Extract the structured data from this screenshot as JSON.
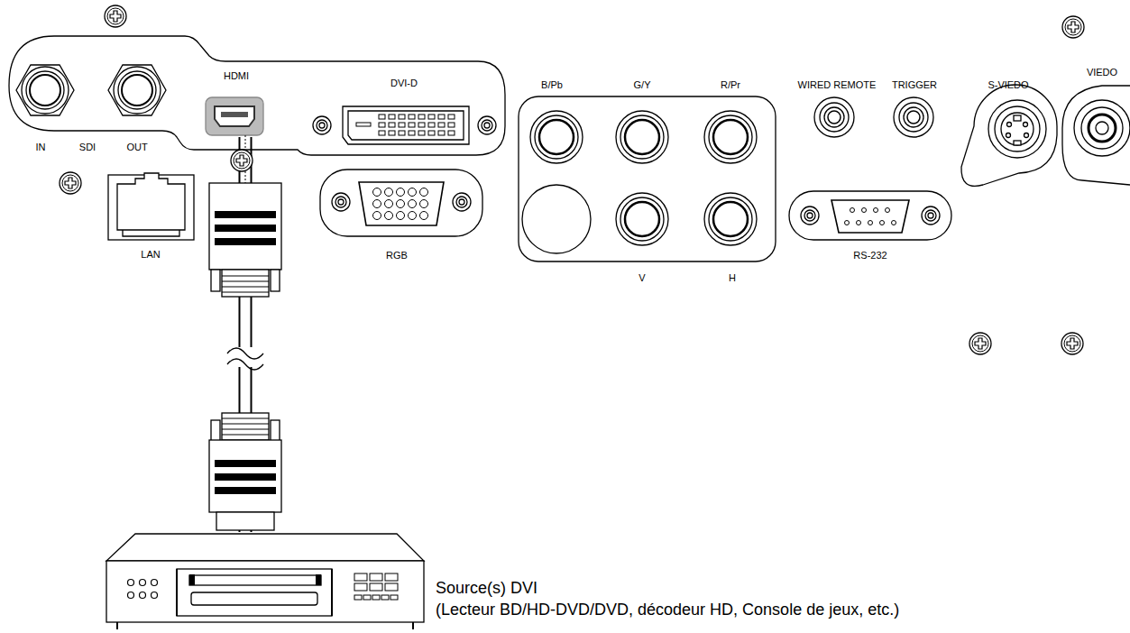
{
  "diagram": {
    "nodes": [
      {
        "text": [
          "HDMI"
        ]
      },
      {
        "text": [
          "Source(s) DVI",
          "(Lecteur BD/HD-DVD/DVD, décodeur HD, Console de jeux, etc.)"
        ]
      }
    ],
    "edges": [
      {
        "from": 1,
        "to": 0,
        "arrow": "none"
      }
    ],
    "labels": [
      "IN",
      "SDI",
      "OUT",
      "LAN",
      "DVI-D",
      "RGB",
      "B/Pb",
      "G/Y",
      "R/Pr",
      "V",
      "H",
      "WIRED REMOTE",
      "TRIGGER",
      "RS-232",
      "S-VIEDO",
      "VIEDO"
    ]
  }
}
